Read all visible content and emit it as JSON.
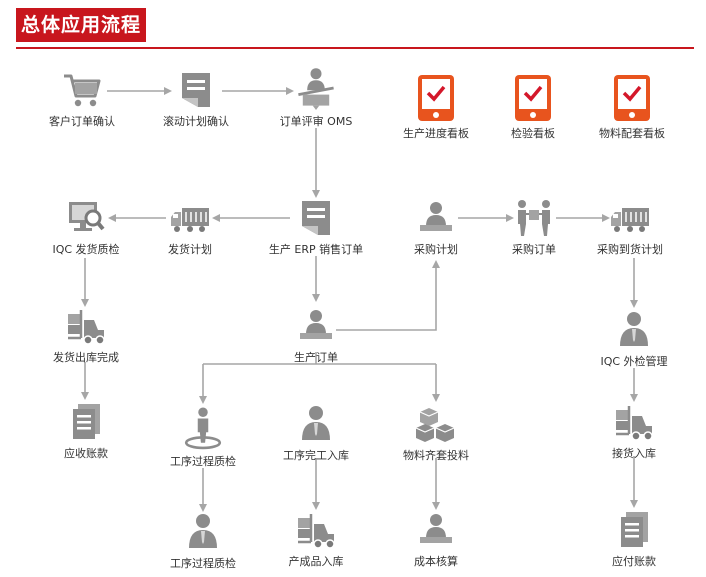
{
  "title": "总体应用流程",
  "colors": {
    "accent": "#c8161d",
    "icon_gray": "#8c8c8c",
    "board_orange": "#e8541e"
  },
  "nodes": {
    "customer_confirm": "客户订单确认",
    "rolling_plan": "滚动计划确认",
    "order_review": "订单评审 OMS",
    "progress_board": "生产进度看板",
    "inspection_board": "检验看板",
    "material_board": "物料配套看板",
    "iqc_ship": "IQC 发货质检",
    "ship_plan": "发货计划",
    "erp_sales": "生产 ERP 销售订单",
    "purchase_plan": "采购计划",
    "purchase_order": "采购订单",
    "purchase_arrival": "采购到货计划",
    "ship_out": "发货出库完成",
    "production_order": "生产订单",
    "iqc_external": "IQC 外检管理",
    "receivable": "应收账款",
    "process_qc_1": "工序过程质检",
    "process_complete": "工序完工入库",
    "material_kit": "物料齐套投料",
    "receive_store": "接货入库",
    "process_qc_2": "工序过程质检",
    "finished_store": "产成品入库",
    "cost_accounting": "成本核算",
    "payable": "应付账款"
  }
}
